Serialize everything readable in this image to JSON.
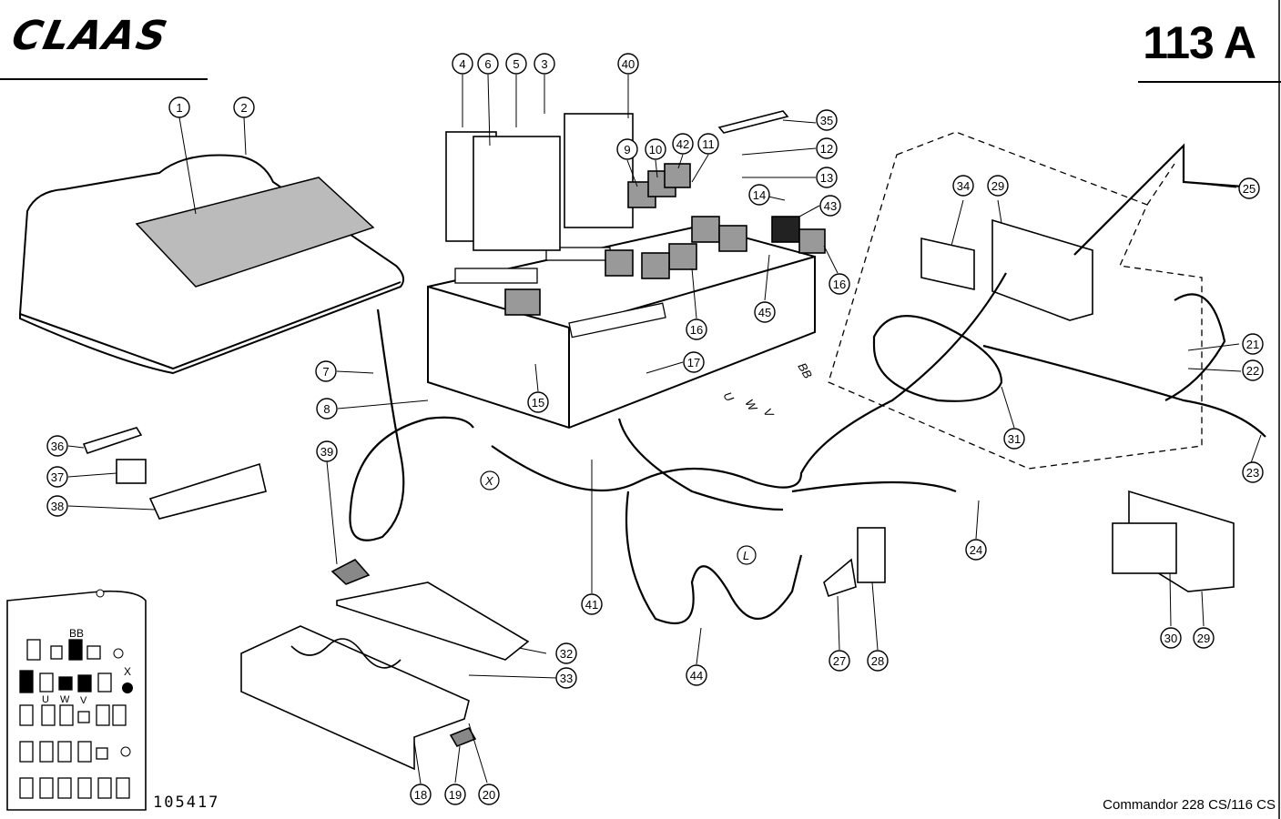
{
  "header": {
    "logo_text": "CLAAS",
    "page_code": "113 A"
  },
  "footer": {
    "doc_number": "105417",
    "model": "Commandor 228 CS/116 CS"
  },
  "callouts": {
    "c1": "1",
    "c2": "2",
    "c3": "3",
    "c4": "4",
    "c5": "5",
    "c6": "6",
    "c7": "7",
    "c8": "8",
    "c9": "9",
    "c10": "10",
    "c11": "11",
    "c12": "12",
    "c13": "13",
    "c14": "14",
    "c15": "15",
    "c16a": "16",
    "c16b": "16",
    "c17": "17",
    "c18": "18",
    "c19": "19",
    "c20": "20",
    "c21": "21",
    "c22": "22",
    "c23": "23",
    "c24": "24",
    "c25": "25",
    "c27": "27",
    "c28": "28",
    "c29a": "29",
    "c29b": "29",
    "c30": "30",
    "c31": "31",
    "c32": "32",
    "c33": "33",
    "c34": "34",
    "c35": "35",
    "c36": "36",
    "c37": "37",
    "c38": "38",
    "c39": "39",
    "c40": "40",
    "c41": "41",
    "c42": "42",
    "c43": "43",
    "c44": "44",
    "c45": "45"
  },
  "connector_labels": {
    "x": "X",
    "l": "L",
    "u": "U",
    "w": "W",
    "v": "V",
    "bb": "BB"
  },
  "inset_labels": {
    "bb": "BB",
    "x": "X",
    "u": "U",
    "w": "W",
    "v": "V"
  }
}
